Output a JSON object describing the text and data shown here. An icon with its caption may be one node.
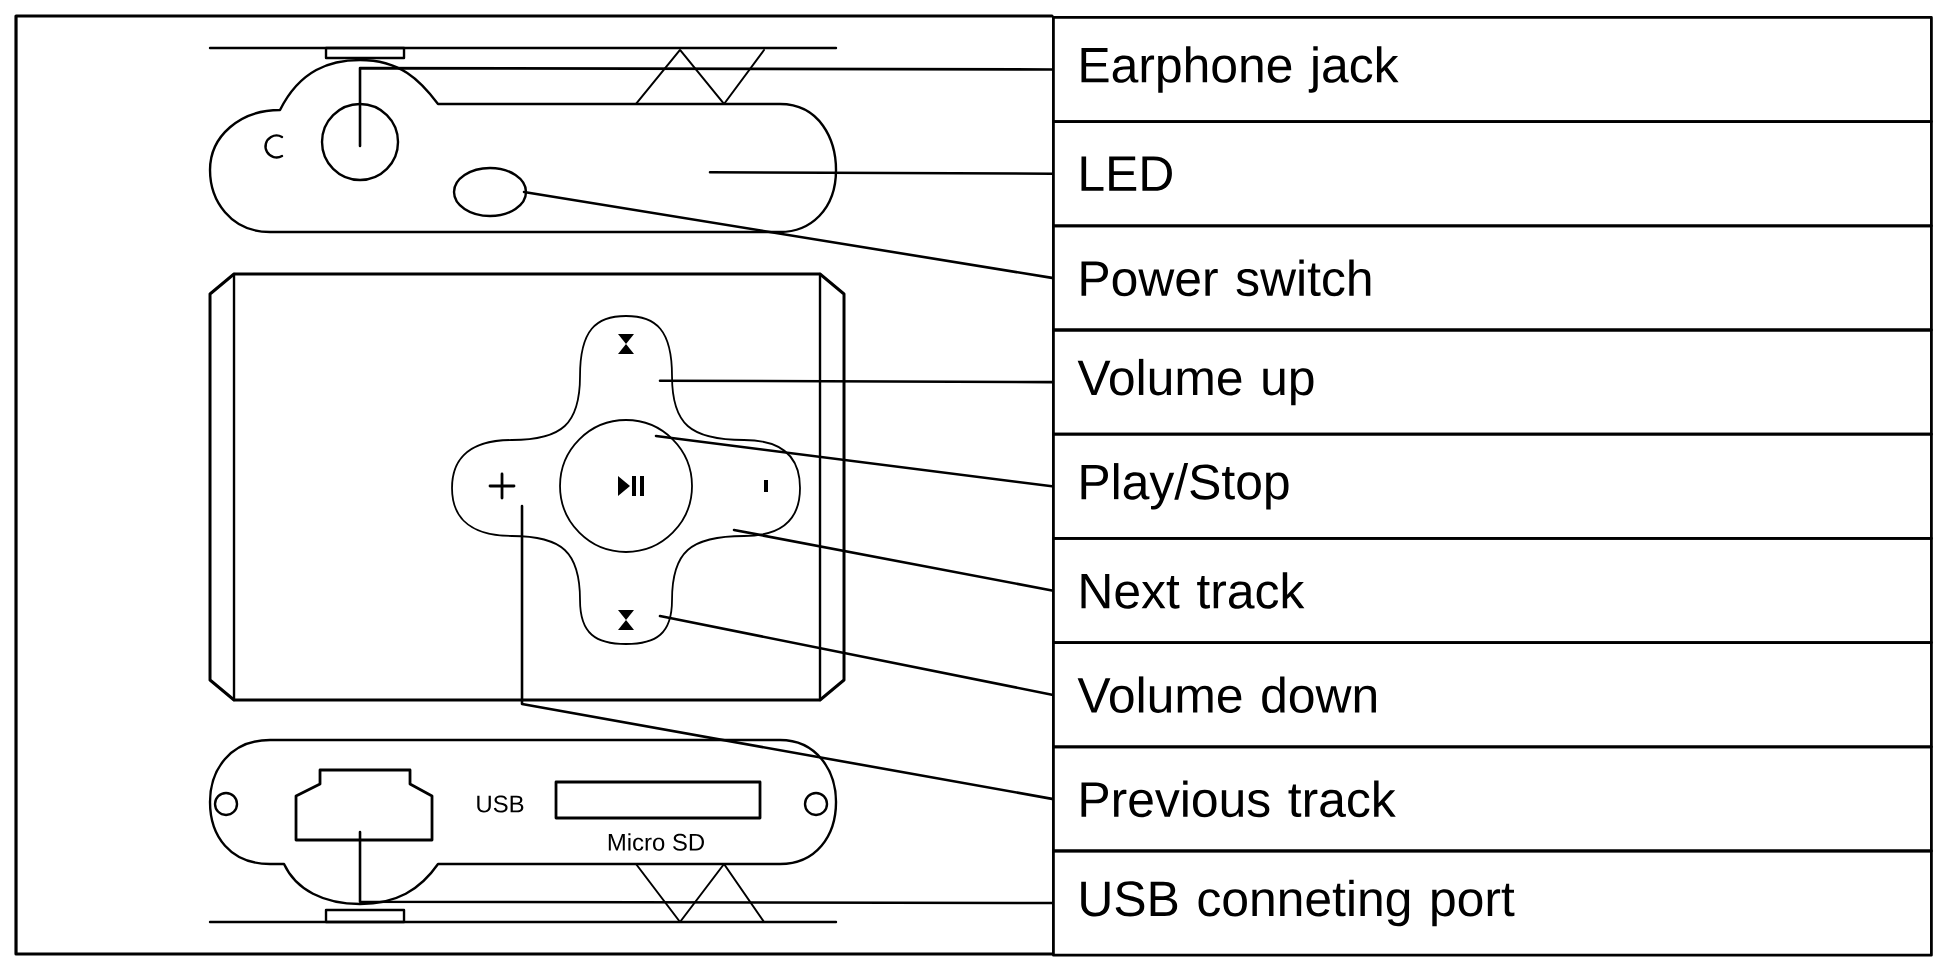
{
  "diagram": {
    "nodes": [
      {
        "text": [
          "Earphone jack"
        ]
      },
      {
        "text": [
          "LED"
        ]
      },
      {
        "text": [
          "Power switch"
        ]
      },
      {
        "text": [
          "Volume up"
        ]
      },
      {
        "text": [
          "Play/Stop"
        ]
      },
      {
        "text": [
          "Next track"
        ]
      },
      {
        "text": [
          "Volume down"
        ]
      },
      {
        "text": [
          "Previous track"
        ]
      },
      {
        "text": [
          "USB conneting port"
        ]
      }
    ],
    "edges": [
      {
        "from": 0,
        "to": null,
        "arrow": "none"
      },
      {
        "from": 1,
        "to": null,
        "arrow": "none"
      },
      {
        "from": 2,
        "to": null,
        "arrow": "none"
      },
      {
        "from": 3,
        "to": null,
        "arrow": "none"
      },
      {
        "from": 4,
        "to": null,
        "arrow": "none"
      },
      {
        "from": 5,
        "to": null,
        "arrow": "none"
      },
      {
        "from": 6,
        "to": null,
        "arrow": "none"
      },
      {
        "from": 7,
        "to": null,
        "arrow": "none"
      },
      {
        "from": 8,
        "to": null,
        "arrow": "none"
      }
    ],
    "labels": [
      "USB",
      "Micro SD"
    ]
  }
}
